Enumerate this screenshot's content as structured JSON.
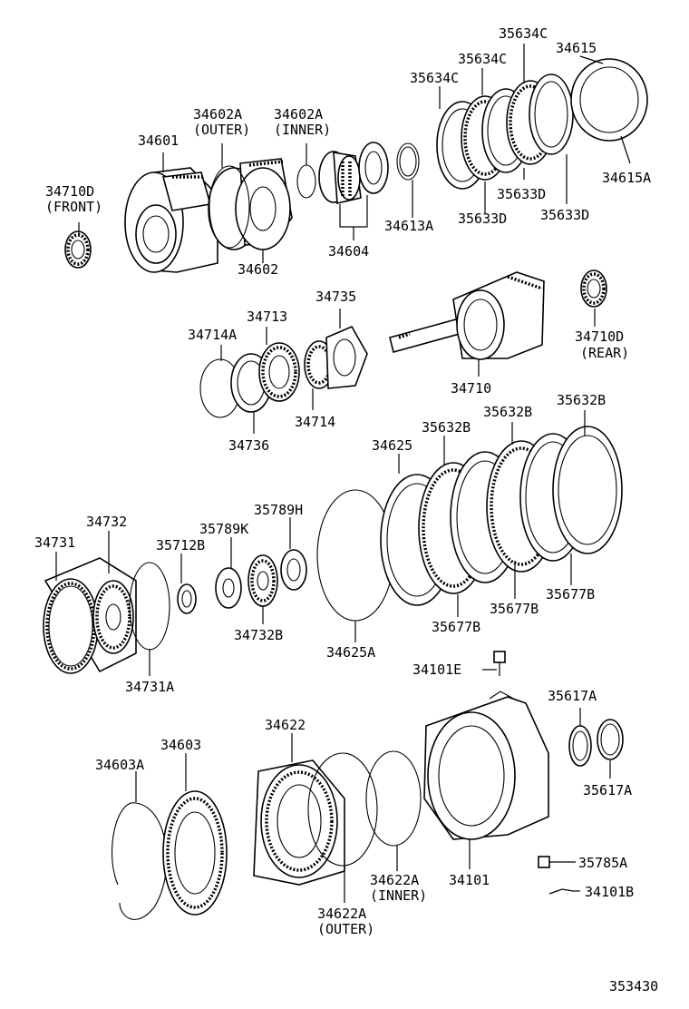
{
  "labels": {
    "p35634C_a": "35634C",
    "p35634C_b": "35634C",
    "p35634C_c": "35634C",
    "p34615": "34615",
    "p34602A_outer": "34602A",
    "p34602A_outer_note": "(OUTER)",
    "p34602A_inner": "34602A",
    "p34602A_inner_note": "(INNER)",
    "p34601": "34601",
    "p34710D_front": "34710D",
    "p34710D_front_note": "(FRONT)",
    "p34615A": "34615A",
    "p35633D_a": "35633D",
    "p35633D_b": "35633D",
    "p35633D_c": "35633D",
    "p34613A": "34613A",
    "p34604": "34604",
    "p34602": "34602",
    "p34735": "34735",
    "p34713": "34713",
    "p34714A": "34714A",
    "p34710D_rear": "34710D",
    "p34710D_rear_note": "(REAR)",
    "p34710": "34710",
    "p34714": "34714",
    "p34736": "34736",
    "p35632B_a": "35632B",
    "p35632B_b": "35632B",
    "p35632B_c": "35632B",
    "p34625": "34625",
    "p34732": "34732",
    "p35789H": "35789H",
    "p35789K": "35789K",
    "p34731": "34731",
    "p35712B": "35712B",
    "p34732B": "34732B",
    "p34625A": "34625A",
    "p35677B_a": "35677B",
    "p35677B_b": "35677B",
    "p35677B_c": "35677B",
    "p34731A": "34731A",
    "p34101E": "34101E",
    "p34622": "34622",
    "p34603": "34603",
    "p35617A_a": "35617A",
    "p35617A_b": "35617A",
    "p34603A": "34603A",
    "p34622A_inner": "34622A",
    "p34622A_inner_note": "(INNER)",
    "p34622A_outer": "34622A",
    "p34622A_outer_note": "(OUTER)",
    "p34101": "34101",
    "p35785A": "35785A",
    "p34101B": "34101B",
    "figure_id": "353430"
  }
}
